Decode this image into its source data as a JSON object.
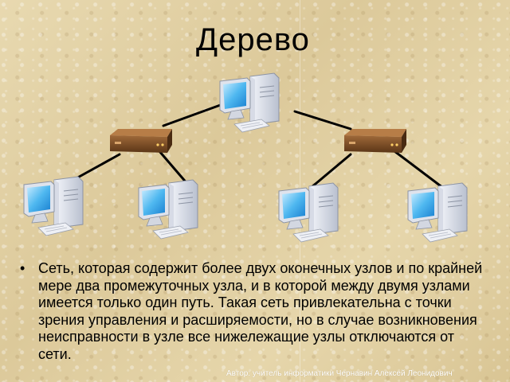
{
  "title": "Дерево",
  "body_text": "Сеть, которая содержит более двух оконечных узлов и по крайней мере два промежуточных узла, и в которой между двумя узлами имеется только один путь. Такая сеть привлекательна с точки зрения управления и расширяемости, но в случае возникновения неисправности в узле все нижележащие узлы отключаются от сети.",
  "bullet": "•",
  "footer": "Автор: учитель информатики Чернавин Алексей Леонидович",
  "nodes": [
    {
      "id": "root",
      "type": "computer"
    },
    {
      "id": "hub-left",
      "type": "hub"
    },
    {
      "id": "hub-right",
      "type": "hub"
    },
    {
      "id": "leaf-1",
      "type": "computer"
    },
    {
      "id": "leaf-2",
      "type": "computer"
    },
    {
      "id": "leaf-3",
      "type": "computer"
    },
    {
      "id": "leaf-4",
      "type": "computer"
    }
  ],
  "edges": [
    [
      "root",
      "hub-left"
    ],
    [
      "root",
      "hub-right"
    ],
    [
      "hub-left",
      "leaf-1"
    ],
    [
      "hub-left",
      "leaf-2"
    ],
    [
      "hub-right",
      "leaf-3"
    ],
    [
      "hub-right",
      "leaf-4"
    ]
  ]
}
